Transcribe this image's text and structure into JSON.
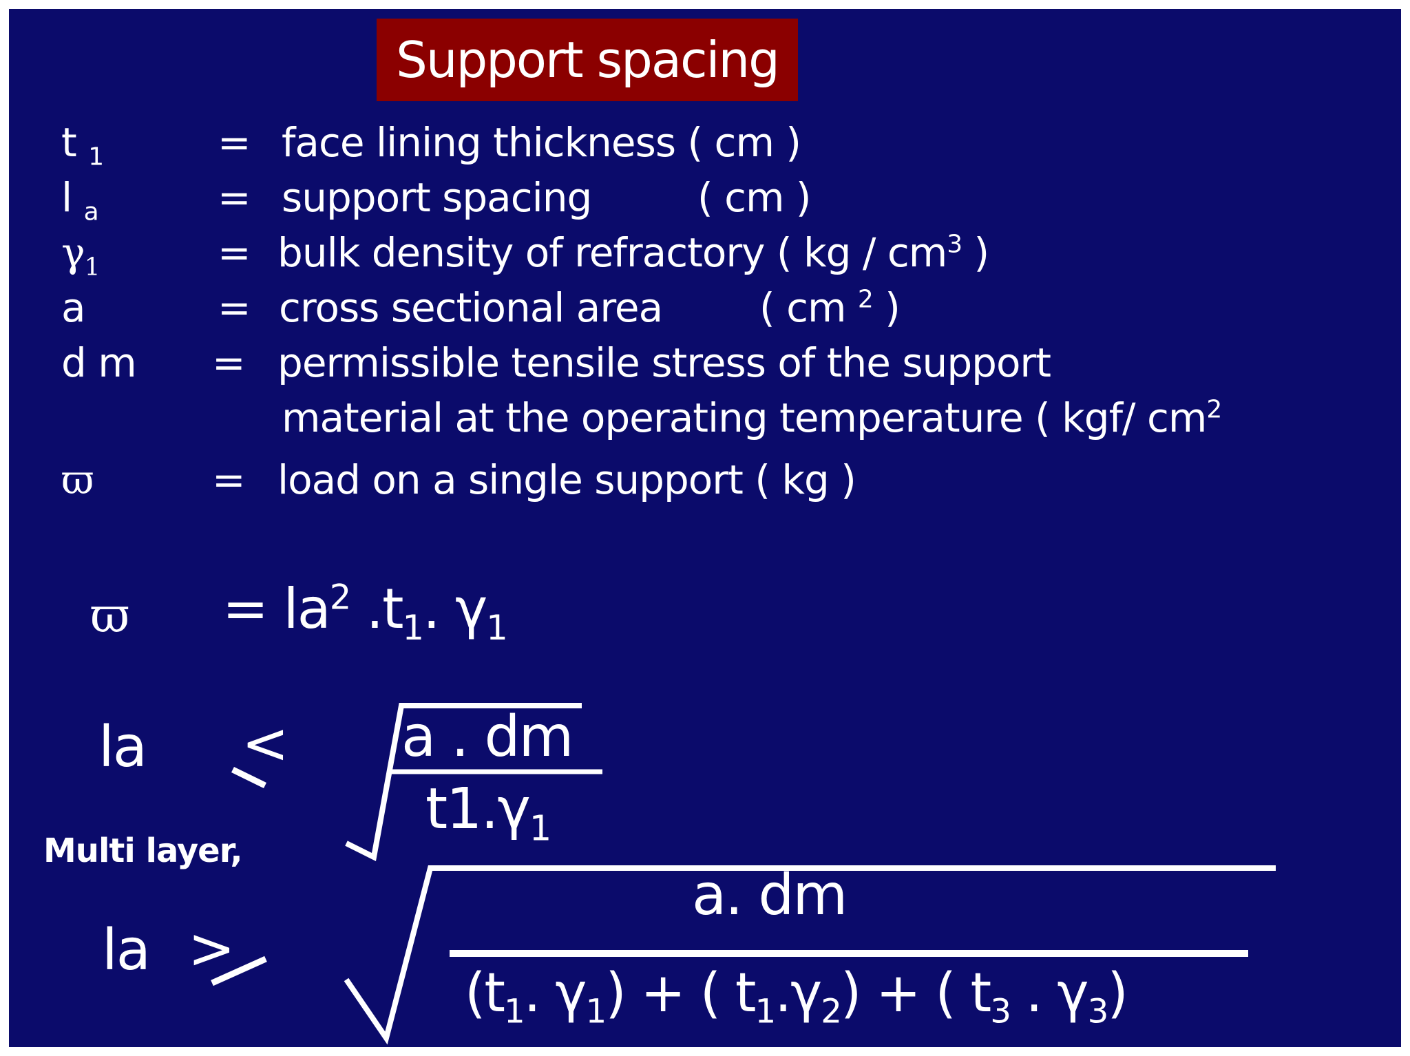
{
  "title": "Support spacing",
  "definitions": [
    {
      "symbol_base": "t",
      "symbol_sub": "1",
      "eq": "=",
      "desc": "face lining thickness ( cm )"
    },
    {
      "symbol_base": "l",
      "symbol_sub": "a",
      "eq": "=",
      "desc": "support spacing",
      "unit": "( cm )"
    },
    {
      "symbol_base": "γ",
      "symbol_sub": "1",
      "eq": "=",
      "desc": "bulk density of refractory ( kg / cm",
      "desc_sup": "3",
      "desc_end": " )"
    },
    {
      "symbol": "a",
      "eq": "=",
      "desc": "cross sectional area",
      "unit": "( cm ",
      "unit_sup": "2",
      "unit_end": " )"
    },
    {
      "symbol": "d m",
      "eq": "=",
      "desc": "permissible tensile stress of the support",
      "desc_line2": "material at the operating temperature ( kgf/ cm",
      "desc_line2_sup": "2"
    },
    {
      "symbol": "ϖ",
      "eq": "=",
      "desc": "load on a single support  ( kg )"
    }
  ],
  "formula_load": {
    "lhs": "ϖ",
    "eq": "= la",
    "sq": "2",
    "t": " .t",
    "t_sub": "1",
    "dot": ". γ",
    "g_sub": "1"
  },
  "formula_single": {
    "lhs": "la",
    "relation": "<",
    "numerator": "a . dm",
    "denominator": "t1.γ",
    "denominator_sub": "1"
  },
  "multi_layer_label": "Multi layer,",
  "formula_multi": {
    "lhs": "la",
    "relation": ">",
    "numerator": "a. dm",
    "den_open": "(t",
    "den_t1_sub": "1",
    "den_p1": ". γ",
    "den_g1_sub": "1",
    "den_mid1": ") + ( t",
    "den_t2_sub": "1",
    "den_p2": ".γ",
    "den_g2_sub": "2",
    "den_mid2": ") + ( t",
    "den_t3_sub": "3",
    "den_p3": " . γ",
    "den_g3_sub": "3",
    "den_close": ")"
  }
}
